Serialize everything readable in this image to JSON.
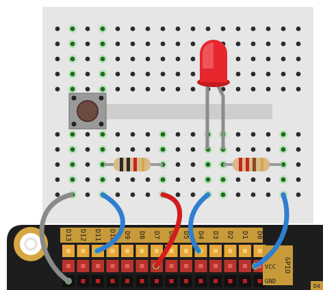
{
  "board": {
    "pin_labels": [
      "D13",
      "D12",
      "D11",
      "D10",
      "D9",
      "D8",
      "D7",
      "D6",
      "D5",
      "D4",
      "D3",
      "D2",
      "D1",
      "D0"
    ],
    "rail_labels": [
      "VCC",
      "GND"
    ],
    "side_label": "GPIO",
    "corner_label": "D4"
  },
  "components": {
    "led": {
      "color": "#e8262d",
      "name": "led"
    },
    "button": {
      "name": "push-button"
    },
    "resistors": [
      "resistor-left",
      "resistor-right"
    ]
  },
  "wires": [
    {
      "name": "wire-gray",
      "color": "#8a8a8a"
    },
    {
      "name": "wire-blue-1",
      "color": "#2f7fd0"
    },
    {
      "name": "wire-red",
      "color": "#d11d1d"
    },
    {
      "name": "wire-blue-2",
      "color": "#2f7fd0"
    },
    {
      "name": "wire-blue-3",
      "color": "#2f7fd0"
    }
  ]
}
